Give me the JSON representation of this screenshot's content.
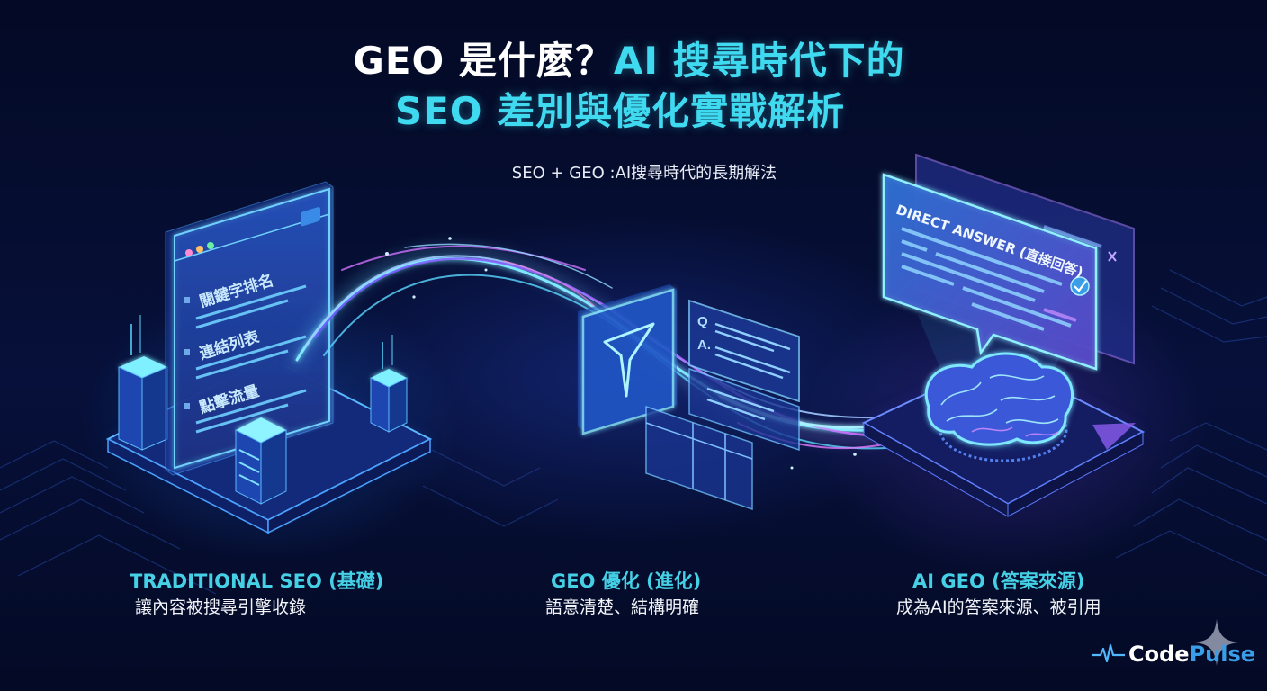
{
  "title": {
    "line1_white": "GEO 是什麼？",
    "line1_cyan": "AI 搜尋時代下的",
    "line2": "SEO 差別與優化實戰解析"
  },
  "subtitle": "SEO + GEO :AI搜尋時代的長期解法",
  "panels": {
    "traditional": {
      "window_items": [
        "關鍵字排名",
        "連結列表",
        "點擊流量"
      ],
      "icons": [
        "search-icon"
      ]
    },
    "geo": {
      "icons": [
        "filter-funnel-icon"
      ],
      "qa_labels": {
        "q": "Q",
        "a": "A."
      }
    },
    "ai": {
      "bubble_title": "DIRECT ANSWER (直接回答)",
      "icons": [
        "check-badge-icon",
        "close-icon",
        "brain-icon"
      ]
    }
  },
  "captions": [
    {
      "heading": "TRADITIONAL SEO (基礎)",
      "desc": "讓內容被搜尋引擎收錄"
    },
    {
      "heading": "GEO 優化 (進化)",
      "desc": "語意清楚、結構明確"
    },
    {
      "heading": "AI GEO (答案來源)",
      "desc": "成為AI的答案來源、被引用"
    }
  ],
  "brand": {
    "part1": "Code",
    "part2": "Pulse"
  },
  "colors": {
    "background": "#040a25",
    "accent_cyan": "#3fd9f0",
    "heading_cyan": "#45d0e6",
    "accent_purple": "#a070f0",
    "brand_blue": "#3a9de8"
  }
}
